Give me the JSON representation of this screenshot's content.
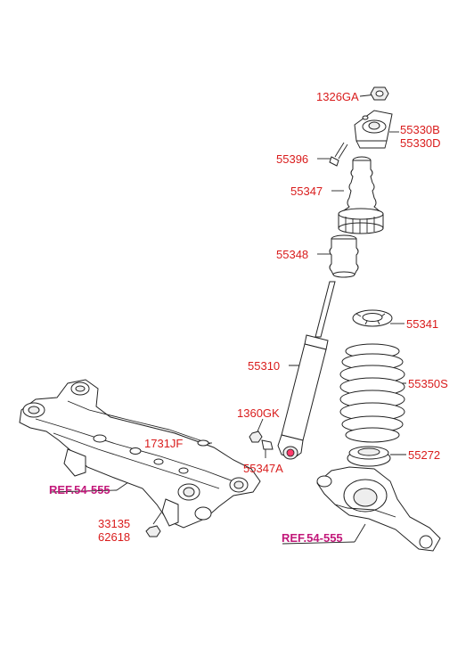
{
  "labels": {
    "p1326GA": "1326GA",
    "p55330B": "55330B",
    "p55330D": "55330D",
    "p55396": "55396",
    "p55347": "55347",
    "p55348": "55348",
    "p55341": "55341",
    "p55310": "55310",
    "p55350S": "55350S",
    "p1360GK": "1360GK",
    "p1731JF": "1731JF",
    "p55347A": "55347A",
    "p55272": "55272",
    "ref_left": "REF.54-555",
    "ref_right": "REF.54-555",
    "p33135": "33135",
    "p62618": "62618"
  },
  "colors": {
    "part_label": "#d91c1c",
    "ref_label": "#c2187a",
    "line": "#222222"
  }
}
